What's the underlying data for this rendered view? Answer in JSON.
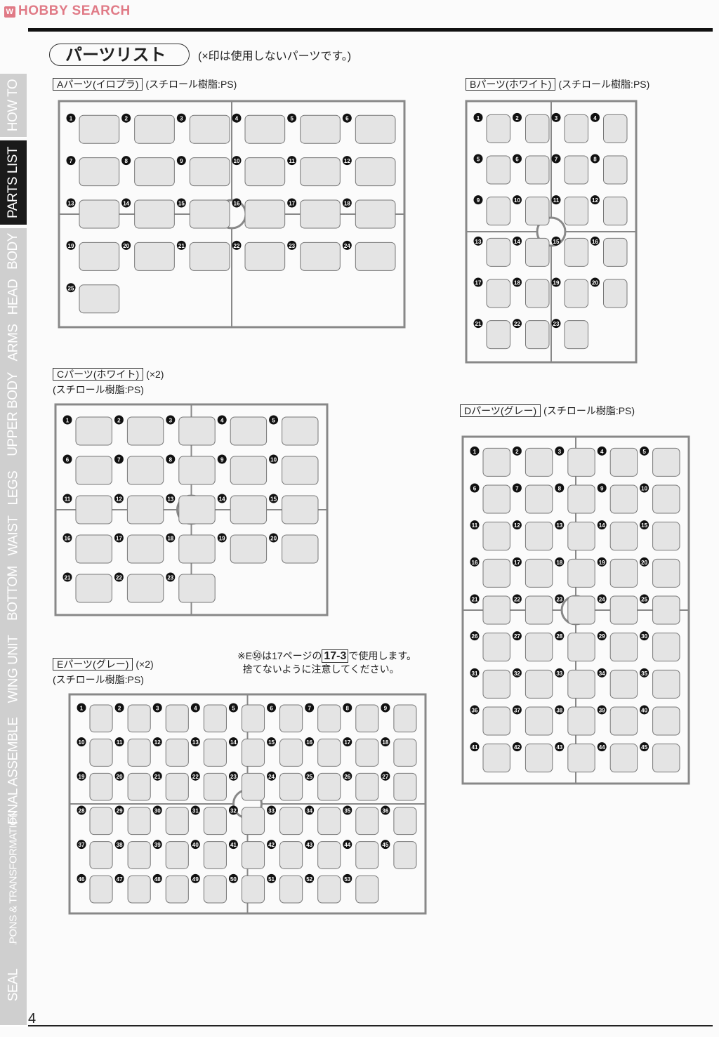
{
  "header": {
    "brand": "HOBBY SEARCH",
    "brand_color": "#e07a86"
  },
  "title": "パーツリスト",
  "subtitle": "(×印は使用しないパーツです。)",
  "sidebar": [
    {
      "label": "HOW TO",
      "active": false
    },
    {
      "label": "PARTS LIST",
      "active": true
    },
    {
      "label": "BODY"
    },
    {
      "label": "HEAD"
    },
    {
      "label": "ARMS"
    },
    {
      "label": "UPPER BODY"
    },
    {
      "label": "LEGS"
    },
    {
      "label": "WAIST"
    },
    {
      "label": "BOTTOM"
    },
    {
      "label": "WING UNIT"
    },
    {
      "label": "FINAL ASSEMBLE"
    },
    {
      "label": "WEAPONS & TRANSFORMATION"
    },
    {
      "label": "SEAL"
    }
  ],
  "runners": {
    "A": {
      "name": "Aパーツ(イロプラ)",
      "material": "(スチロール樹脂:PS)",
      "parts": 25
    },
    "B": {
      "name": "Bパーツ(ホワイト)",
      "material": "(スチロール樹脂:PS)",
      "parts": 23
    },
    "C": {
      "name": "Cパーツ(ホワイト)",
      "qty": "(×2)",
      "material": "(スチロール樹脂:PS)",
      "parts": 23
    },
    "D": {
      "name": "Dパーツ(グレー)",
      "material": "(スチロール樹脂:PS)",
      "parts": 45
    },
    "E": {
      "name": "Eパーツ(グレー)",
      "qty": "(×2)",
      "material": "(スチロール樹脂:PS)",
      "parts": 53
    }
  },
  "note": {
    "line1_a": "※E㊿は17ページの",
    "ref": "17-3",
    "line1_b": "で使用します。",
    "line2": "捨てないように注意してください。"
  },
  "page_number": "4"
}
